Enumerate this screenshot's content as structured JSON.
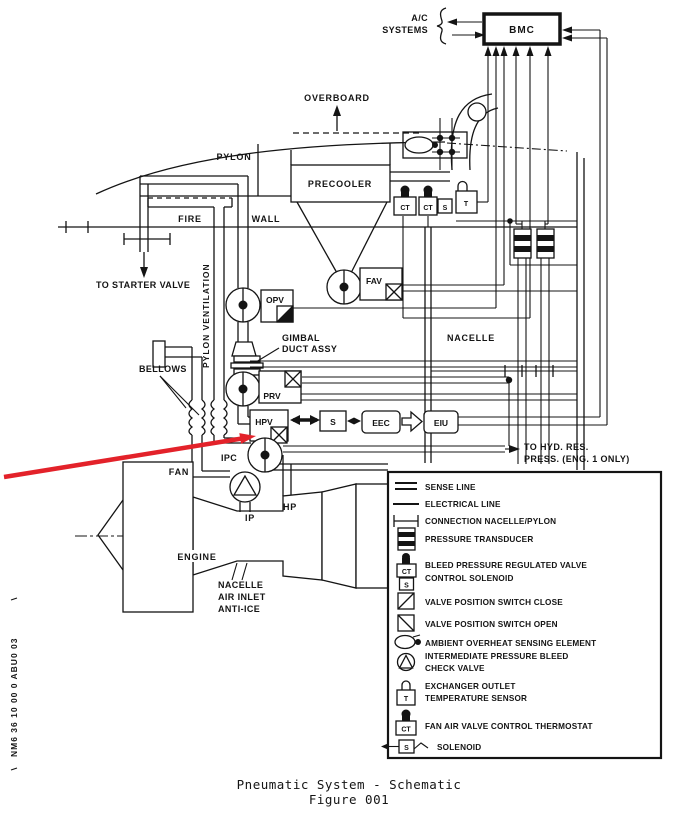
{
  "colors": {
    "ink": "#141414",
    "paper": "#ffffff",
    "annotation_red": "#e3222a"
  },
  "figure": {
    "caption_line1": "Pneumatic System - Schematic",
    "caption_line2": "Figure 001",
    "side_code": "NM6 36 10 00 0 ABU0 03"
  },
  "labels": {
    "ac_systems_line1": "A/C",
    "ac_systems_line2": "SYSTEMS",
    "bmc": "BMC",
    "overboard": "OVERBOARD",
    "pylon": "PYLON",
    "precooler": "PRECOOLER",
    "fire": "FIRE",
    "wall": "WALL",
    "to_starter_valve": "TO STARTER VALVE",
    "pylon_ventilation": "PYLON VENTILATION",
    "opv": "OPV",
    "fav": "FAV",
    "prv": "PRV",
    "hpv": "HPV",
    "gimbal_line1": "GIMBAL",
    "gimbal_line2": "DUCT ASSY",
    "nacelle": "NACELLE",
    "bellows": "BELLOWS",
    "s_solenoid": "S",
    "eec": "EEC",
    "eiu": "EIU",
    "to_hyd_line1": "TO HYD. RES.",
    "to_hyd_line2": "PRESS. (ENG. 1 ONLY)",
    "fan": "FAN",
    "ipc": "IPC",
    "ip": "IP",
    "hp": "HP",
    "engine": "ENGINE",
    "nacelle_air_line1": "NACELLE",
    "nacelle_air_line2": "AIR INLET",
    "nacelle_air_line3": "ANTI-ICE",
    "ct1": "CT",
    "ct2": "CT",
    "s_small": "S",
    "t_sensor": "T"
  },
  "legend": {
    "items": [
      {
        "symbol": "sense-line",
        "lines": [
          "SENSE LINE"
        ]
      },
      {
        "symbol": "electrical-line",
        "lines": [
          "ELECTRICAL LINE"
        ]
      },
      {
        "symbol": "connection-nacelle-pylon",
        "lines": [
          "CONNECTION NACELLE/PYLON"
        ]
      },
      {
        "symbol": "pressure-transducer",
        "lines": [
          "PRESSURE TRANSDUCER"
        ]
      },
      {
        "symbol": "bleed-pressure-regulated-valve-control-solenoid",
        "letters": [
          "CT",
          "S"
        ],
        "lines": [
          "BLEED PRESSURE REGULATED VALVE",
          "CONTROL SOLENOID"
        ]
      },
      {
        "symbol": "valve-position-switch-close",
        "lines": [
          "VALVE POSITION SWITCH CLOSE"
        ]
      },
      {
        "symbol": "valve-position-switch-open",
        "lines": [
          "VALVE POSITION SWITCH OPEN"
        ]
      },
      {
        "symbol": "ambient-overheat-sensing-element",
        "lines": [
          "AMBIENT OVERHEAT SENSING ELEMENT"
        ]
      },
      {
        "symbol": "intermediate-pressure-bleed-check-valve",
        "lines": [
          "INTERMEDIATE PRESSURE BLEED",
          "CHECK VALVE"
        ]
      },
      {
        "symbol": "exchanger-outlet-temperature-sensor",
        "letters": [
          "T"
        ],
        "lines": [
          "EXCHANGER OUTLET",
          "TEMPERATURE SENSOR"
        ]
      },
      {
        "symbol": "fan-air-valve-control-thermostat",
        "letters": [
          "CT"
        ],
        "lines": [
          "FAN AIR VALVE CONTROL THERMOSTAT"
        ]
      },
      {
        "symbol": "solenoid",
        "letters": [
          "S"
        ],
        "lines": [
          "SOLENOID"
        ]
      }
    ]
  }
}
